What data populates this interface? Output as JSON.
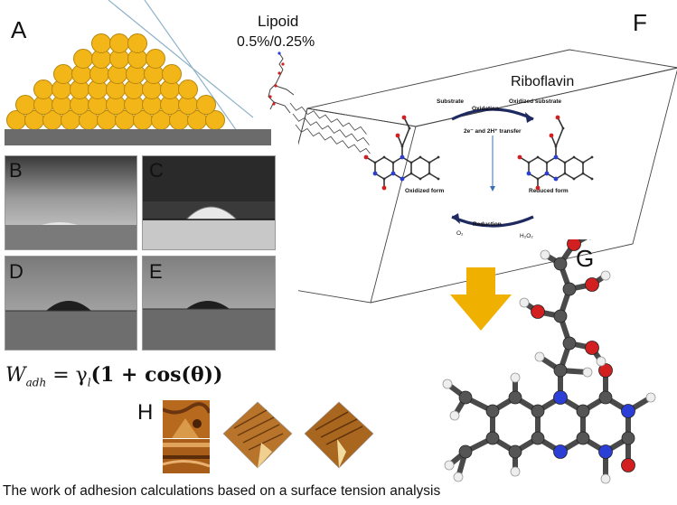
{
  "panels": {
    "a": "A",
    "b": "B",
    "c": "C",
    "d": "D",
    "e": "E",
    "f": "F",
    "g": "G",
    "h": "H"
  },
  "lipoid": {
    "name": "Lipoid",
    "concentration": "0.5%/0.25%"
  },
  "riboflavin": {
    "title": "Riboflavin",
    "substrate": "Substrate",
    "oxidized_substrate": "Oxidized substrate",
    "oxidation": "Oxidation",
    "transfer": "2e⁻ and 2H⁺ transfer",
    "oxidized_form": "Oxidized form",
    "reduced_form": "Reduced form",
    "reduction": "Reduction",
    "o2": "O₂",
    "h2o2": "H₂O₂"
  },
  "equation": {
    "w": "W",
    "w_sub": "adh",
    "rhs": "= γ",
    "gamma_sub": "l",
    "tail": "(1 + cos(θ))"
  },
  "caption": "The work of adhesion calculations based on a surface tension analysis",
  "colors": {
    "sphere": "#f2b619",
    "arrow": "#f0b000",
    "carbon": "#555555",
    "nitrogen": "#2b3fd6",
    "oxygen": "#d21f1f"
  }
}
